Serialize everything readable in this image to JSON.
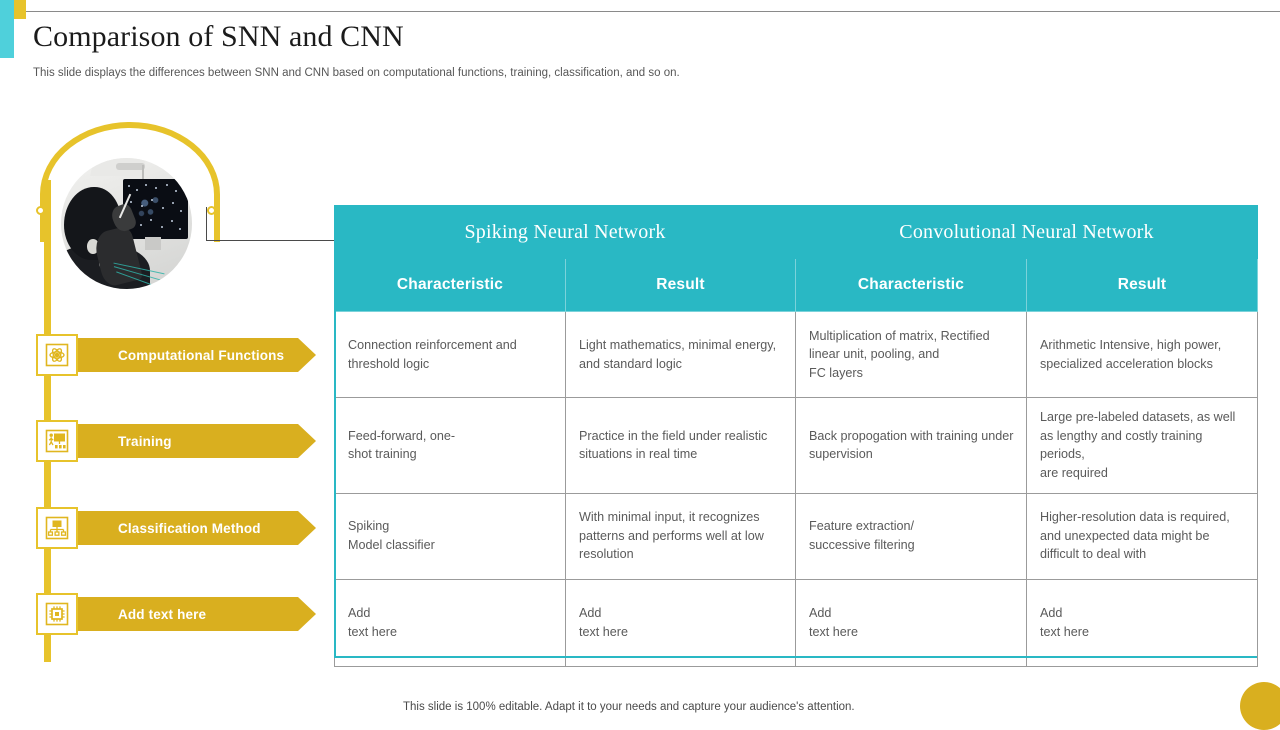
{
  "header": {
    "title": "Comparison of SNN and CNN",
    "subtitle": "This slide displays the differences between SNN and CNN based on computational functions, training, classification, and so on."
  },
  "colors": {
    "teal_accent": "#29B8C4",
    "teal_bar": "#4FD0DB",
    "gold": "#E7C32B",
    "gold_arrow": "#D9AF1F",
    "body_text": "#5a5a5a"
  },
  "steps": [
    {
      "label": "Computational Functions",
      "icon": "atom-network-icon"
    },
    {
      "label": "Training",
      "icon": "presentation-training-icon"
    },
    {
      "label": "Classification Method",
      "icon": "hierarchy-classification-icon"
    },
    {
      "label": "Add text here",
      "icon": "cpu-chip-icon"
    }
  ],
  "table": {
    "group_headers": [
      "Spiking Neural Network",
      "Convolutional Neural Network"
    ],
    "column_headers": [
      "Characteristic",
      "Result",
      "Characteristic",
      "Result"
    ],
    "rows": [
      [
        "Connection reinforcement and threshold logic",
        "Light mathematics, minimal energy, and standard logic",
        "Multiplication  of matrix, Rectified linear unit, pooling, and\nFC layers",
        "Arithmetic Intensive, high power, specialized acceleration blocks"
      ],
      [
        "Feed-forward, one-\nshot training",
        "Practice in the field under realistic situations in real time",
        "Back propogation with training under supervision",
        "Large pre-labeled  datasets, as well as lengthy and costly training periods,\nare required"
      ],
      [
        "Spiking\nModel classifier",
        "With minimal input, it recognizes patterns and performs well at low resolution",
        "Feature extraction/\nsuccessive filtering",
        "Higher-resolution data is required, and unexpected data might be difficult to deal with"
      ],
      [
        "Add\ntext here",
        "Add\ntext here",
        "Add\ntext here",
        "Add\ntext here"
      ]
    ]
  },
  "footer": {
    "note": "This slide is 100% editable. Adapt it to your needs and capture your audience's attention."
  }
}
